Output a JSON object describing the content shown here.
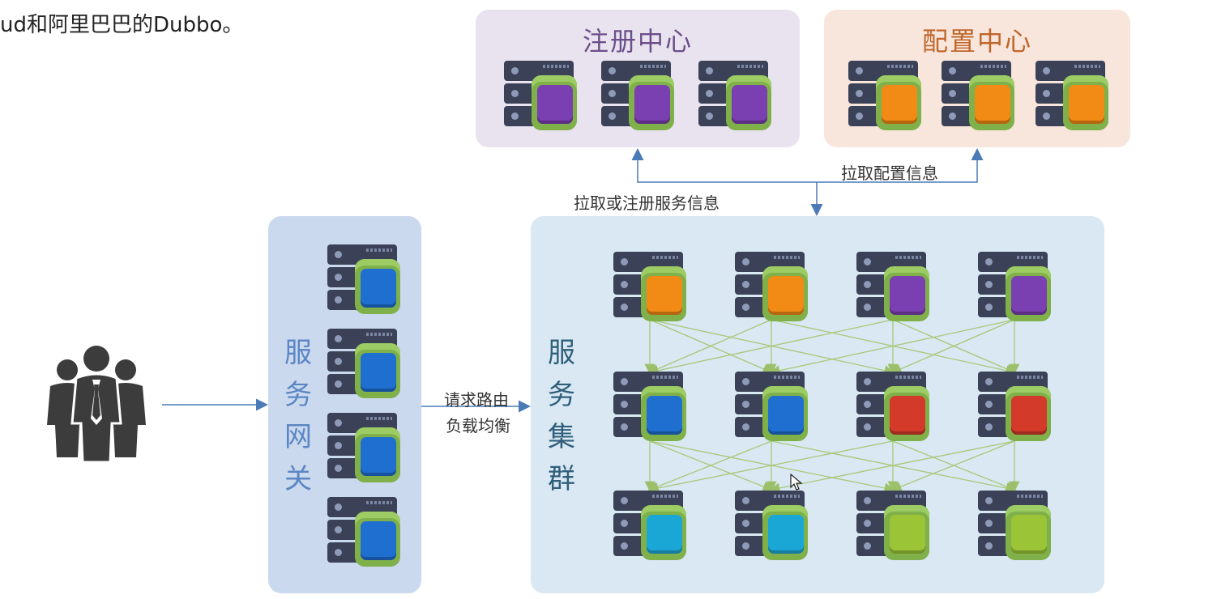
{
  "top_text": "ud和阿里巴巴的Dubbo。",
  "registry": {
    "title": "注册中心",
    "color": "#7a3fb0"
  },
  "config": {
    "title": "配置中心",
    "color": "#f28a16"
  },
  "gateway": {
    "title": "服务网关",
    "color": "#1f6fd1"
  },
  "cluster": {
    "title": "服务集群"
  },
  "edges": {
    "pull_config": "拉取配置信息",
    "pull_or_register": "拉取或注册服务信息",
    "routing_line1": "请求路由",
    "routing_line2": "负载均衡"
  },
  "node_colors": {
    "purple": "#7a3fb0",
    "orange": "#f28a16",
    "blue": "#1f6fd1",
    "red": "#d33a2a",
    "cyan": "#1ba7d6",
    "lime": "#9bc437"
  },
  "icons": [
    "users-group-icon",
    "server-icon",
    "mouse-cursor-icon"
  ]
}
